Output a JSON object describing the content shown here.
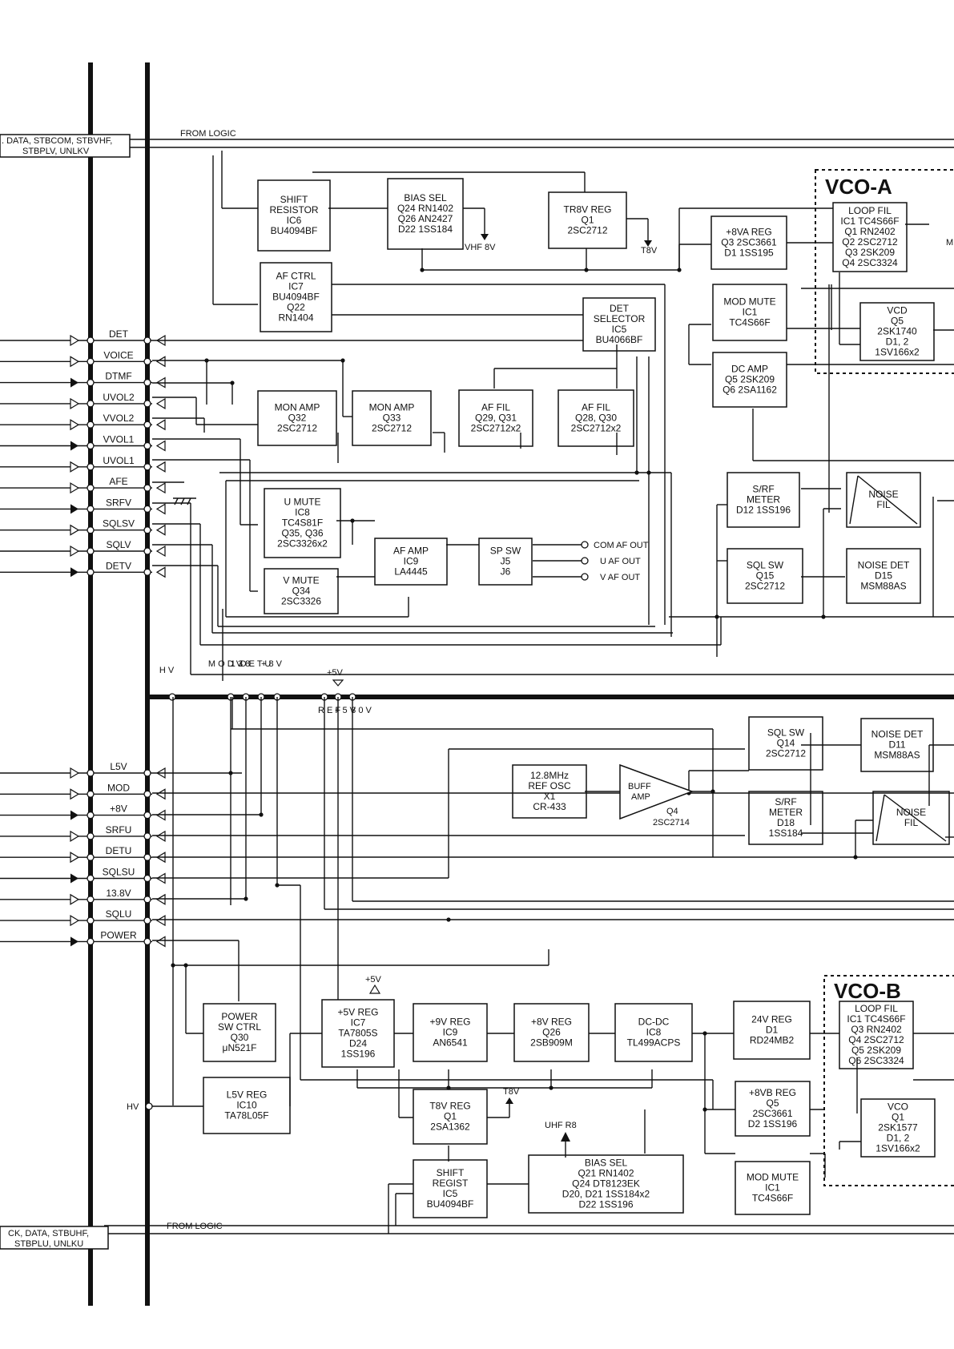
{
  "top_bus": {
    "label_1": ". DATA, STBCOM, STBVHF,",
    "label_2": "STBPLV, UNLKV",
    "from": "FROM LOGIC"
  },
  "bottom_bus": {
    "label_1": "CK, DATA, STBUHF,",
    "label_2": "STBPLU, UNLKU",
    "from": "FROM LOGIC"
  },
  "vco_a": {
    "title": "VCO-A"
  },
  "vco_b": {
    "title": "VCO-B"
  },
  "signals_top": [
    "DET",
    "VOICE",
    "DTMF",
    "UVOL2",
    "VVOL2",
    "VVOL1",
    "UVOL1",
    "AFE",
    "SRFV",
    "SQLSV",
    "SQLV",
    "DETV"
  ],
  "signals_bottom": [
    "L5V",
    "MOD",
    "+8V",
    "SRFU",
    "DETU",
    "SQLSU",
    "13.8V",
    "SQLU",
    "POWER"
  ],
  "vert_labels": {
    "hv": "H V",
    "modv": "M O D V",
    "138": "1 3 8",
    "detu": "D E T U",
    "plus8v": "+ 8 V",
    "ref": "R E F",
    "plus5v": "+ 5 V",
    "30v": "3 0 V"
  },
  "top_blocks": [
    {
      "id": "shift-resistor",
      "lines": [
        "SHIFT",
        "RESISTOR",
        "IC6",
        "BU4094BF"
      ]
    },
    {
      "id": "bias-sel-top",
      "lines": [
        "BIAS SEL",
        "Q24 RN1402",
        "Q26 AN2427",
        "D22 1SS184"
      ]
    },
    {
      "id": "tr8v-reg",
      "lines": [
        "TR8V REG",
        "Q1",
        "2SC2712"
      ]
    },
    {
      "id": "8va-reg",
      "lines": [
        "+8VA REG",
        "Q3 2SC3661",
        "D1 1SS195"
      ]
    },
    {
      "id": "loop-fil-a",
      "lines": [
        "LOOP FIL",
        "IC1 TC4S66F",
        "Q1 RN2402",
        "Q2 2SC2712",
        "Q3 2SK209",
        "Q4 2SC3324"
      ]
    },
    {
      "id": "af-ctrl",
      "lines": [
        "AF CTRL",
        "IC7",
        "BU4094BF",
        "Q22",
        "RN1404"
      ]
    },
    {
      "id": "mod-mute-a",
      "lines": [
        "MOD MUTE",
        "IC1",
        "TC4S66F"
      ]
    },
    {
      "id": "vcd",
      "lines": [
        "VCD",
        "Q5",
        "2SK1740",
        "D1, 2",
        "1SV166x2"
      ]
    },
    {
      "id": "det-selector",
      "lines": [
        "DET",
        "SELECTOR",
        "IC5",
        "BU4066BF"
      ]
    },
    {
      "id": "dc-amp",
      "lines": [
        "DC AMP",
        "Q5 2SK209",
        "Q6 2SA1162"
      ]
    },
    {
      "id": "mon-amp-1",
      "lines": [
        "MON AMP",
        "Q32",
        "2SC2712"
      ]
    },
    {
      "id": "mon-amp-2",
      "lines": [
        "MON AMP",
        "Q33",
        "2SC2712"
      ]
    },
    {
      "id": "af-fil-1",
      "lines": [
        "AF FIL",
        "Q29, Q31",
        "2SC2712x2"
      ]
    },
    {
      "id": "af-fil-2",
      "lines": [
        "AF FIL",
        "Q28, Q30",
        "2SC2712x2"
      ]
    },
    {
      "id": "u-mute",
      "lines": [
        "U MUTE",
        "IC8",
        "TC4S81F",
        "Q35, Q36",
        "2SC3326x2"
      ]
    },
    {
      "id": "v-mute",
      "lines": [
        "V MUTE",
        "Q34",
        "2SC3326"
      ]
    },
    {
      "id": "af-amp",
      "lines": [
        "AF AMP",
        "IC9",
        "LA4445"
      ]
    },
    {
      "id": "sp-sw",
      "lines": [
        "SP SW",
        "J5",
        "J6"
      ]
    },
    {
      "id": "srf-meter-a",
      "lines": [
        "S/RF",
        "METER",
        "D12 1SS196"
      ]
    },
    {
      "id": "sql-sw-a",
      "lines": [
        "SQL SW",
        "Q15",
        "2SC2712"
      ]
    },
    {
      "id": "noise-fil-a",
      "lines": [
        "NOISE",
        "FIL"
      ]
    },
    {
      "id": "noise-det-a",
      "lines": [
        "NOISE DET",
        "D15",
        "MSM88AS"
      ]
    }
  ],
  "top_extra": {
    "m_label": "M",
    "vhf8v": "VHF 8V",
    "t8v": "T8V",
    "com_af_out": "COM AF OUT",
    "u_af_out": "U   AF OUT",
    "v_af_out": "V   AF OUT",
    "plus5v": "+5V"
  },
  "bottom_blocks": [
    {
      "id": "sql-sw-b",
      "lines": [
        "SQL SW",
        "Q14",
        "2SC2712"
      ]
    },
    {
      "id": "noise-det-b",
      "lines": [
        "NOISE DET",
        "D11",
        "MSM88AS"
      ]
    },
    {
      "id": "ref-osc",
      "lines": [
        "12.8MHz",
        "REF OSC",
        "X1",
        "CR-433"
      ]
    },
    {
      "id": "srf-meter-b",
      "lines": [
        "S/RF",
        "METER",
        "D18",
        "1SS184"
      ]
    },
    {
      "id": "noise-fil-b",
      "lines": [
        "NOISE",
        "FIL"
      ]
    },
    {
      "id": "power-sw-ctrl",
      "lines": [
        "POWER",
        "SW CTRL",
        "Q30",
        "μN521F"
      ]
    },
    {
      "id": "5v-reg",
      "lines": [
        "+5V REG",
        "IC7",
        "TA7805S",
        "D24",
        "1SS196"
      ]
    },
    {
      "id": "9v-reg",
      "lines": [
        "+9V REG",
        "IC9",
        "AN6541"
      ]
    },
    {
      "id": "8v-reg",
      "lines": [
        "+8V REG",
        "Q26",
        "2SB909M"
      ]
    },
    {
      "id": "dc-dc",
      "lines": [
        "DC-DC",
        "IC8",
        "TL499ACPS"
      ]
    },
    {
      "id": "24v-reg",
      "lines": [
        "24V REG",
        "D1",
        "RD24MB2"
      ]
    },
    {
      "id": "loop-fil-b",
      "lines": [
        "LOOP FIL",
        "IC1  TC4S66F",
        "Q3   RN2402",
        "Q4   2SC2712",
        "Q5   2SK209",
        "Q6   2SC3324"
      ]
    },
    {
      "id": "l5v-reg",
      "lines": [
        "L5V REG",
        "IC10",
        "TA78L05F"
      ]
    },
    {
      "id": "t8v-reg",
      "lines": [
        "T8V REG",
        "Q1",
        "2SA1362"
      ]
    },
    {
      "id": "8vb-reg",
      "lines": [
        "+8VB REG",
        "Q5",
        "2SC3661",
        "D2 1SS196"
      ]
    },
    {
      "id": "vco-b-osc",
      "lines": [
        "VCO",
        "Q1",
        "2SK1577",
        "D1, 2",
        "1SV166x2"
      ]
    },
    {
      "id": "shift-regist",
      "lines": [
        "SHIFT",
        "REGIST",
        "IC5",
        "BU4094BF"
      ]
    },
    {
      "id": "bias-sel-bottom",
      "lines": [
        "BIAS SEL",
        "Q21 RN1402",
        "Q24 DT8123EK",
        "D20, D21 1SS184x2",
        "D22 1SS196"
      ]
    },
    {
      "id": "mod-mute-b",
      "lines": [
        "MOD MUTE",
        "IC1",
        "TC4S66F"
      ]
    }
  ],
  "bottom_extra": {
    "buff_amp_1": "BUFF",
    "buff_amp_2": "AMP",
    "q4": "Q4",
    "q4_part": "2SC2714",
    "plus5v": "+5V",
    "t8v": "T8V",
    "uhf_r8": "UHF R8",
    "hv": "HV"
  }
}
